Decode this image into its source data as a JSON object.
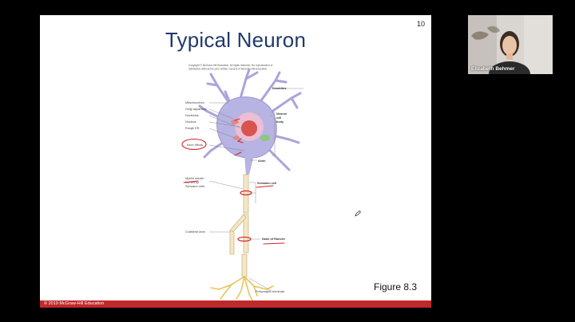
{
  "slide": {
    "number": "10",
    "title": "Typical Neuron",
    "caption": "Figure 8.3",
    "footer": "© 2019 McGraw-Hill Education",
    "copyright_line1": "Copyright © McGraw-Hill Education. All rights reserved. No reproduction or",
    "copyright_line2": "distribution without the prior written consent of McGraw-Hill Education.",
    "labels_left": {
      "mitochondrion": "Mitochondrion",
      "golgi": "Golgi apparatus",
      "nucleolus": "Nucleolus",
      "nucleus": "Nucleus",
      "rough_er": "Rough ER",
      "axon_hillock": "Axon hillock",
      "myelin1": "Myelin sheath",
      "myelin2": "formed by",
      "myelin3": "Schwann cells",
      "collateral": "Collateral axon"
    },
    "labels_right": {
      "dendrites": "Dendrites",
      "neuron1": "Neuron",
      "neuron2": "cell",
      "neuron3": "body",
      "axon": "Axon",
      "schwann": "Schwann cell",
      "node": "Node of Ranvier",
      "terminals": "Presynaptic terminals"
    },
    "annotation_color": "#d8232a",
    "neuron_color": "#b7b3e3"
  },
  "participant": {
    "name": "Elizabeth Behmer"
  }
}
